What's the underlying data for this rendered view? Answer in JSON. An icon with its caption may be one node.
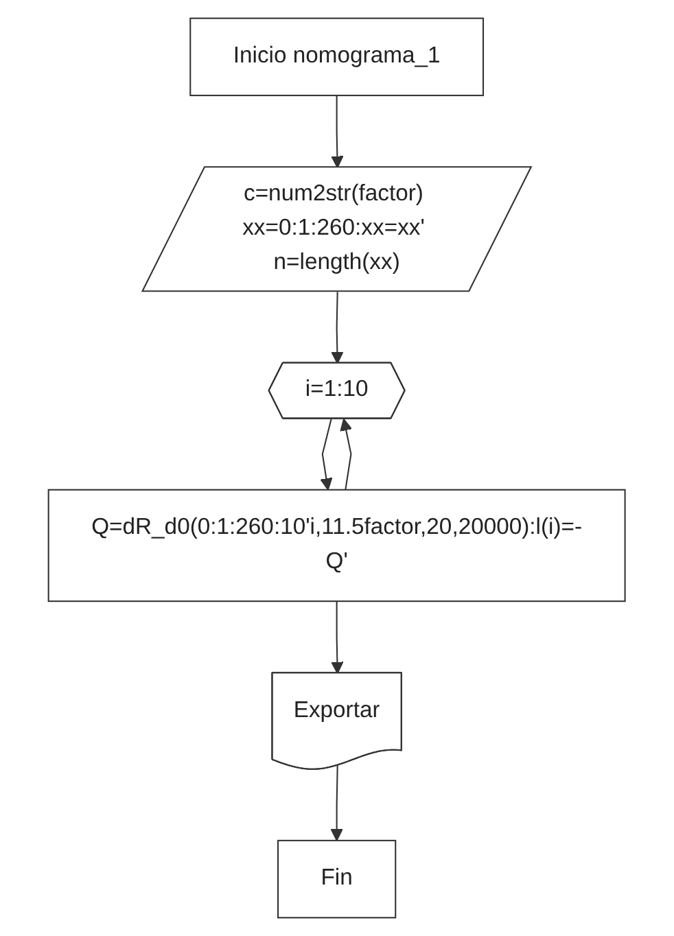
{
  "diagram": {
    "nodes": [
      {
        "text": [
          "Inicio nomograma_1"
        ]
      },
      {
        "text": [
          "c=num2str(factor) xx=0:1:260:xx=xx' n=length(xx)"
        ]
      },
      {
        "text": [
          "i=1:10"
        ]
      },
      {
        "text": [
          "Q=dR_d0(0:1:260:10'i,11.5factor,20,20000):l(i)=-Q'"
        ]
      },
      {
        "text": [
          "Exportar"
        ]
      },
      {
        "text": [
          "Fin"
        ]
      }
    ],
    "edges": [
      {
        "from": 0,
        "to": 1,
        "arrow": "to"
      },
      {
        "from": 1,
        "to": 2,
        "arrow": "to"
      },
      {
        "from": 2,
        "to": 3,
        "arrow": "to"
      },
      {
        "from": 3,
        "to": 2,
        "arrow": "to"
      },
      {
        "from": 3,
        "to": 4,
        "arrow": "to"
      },
      {
        "from": 4,
        "to": 5,
        "arrow": "to"
      }
    ]
  }
}
